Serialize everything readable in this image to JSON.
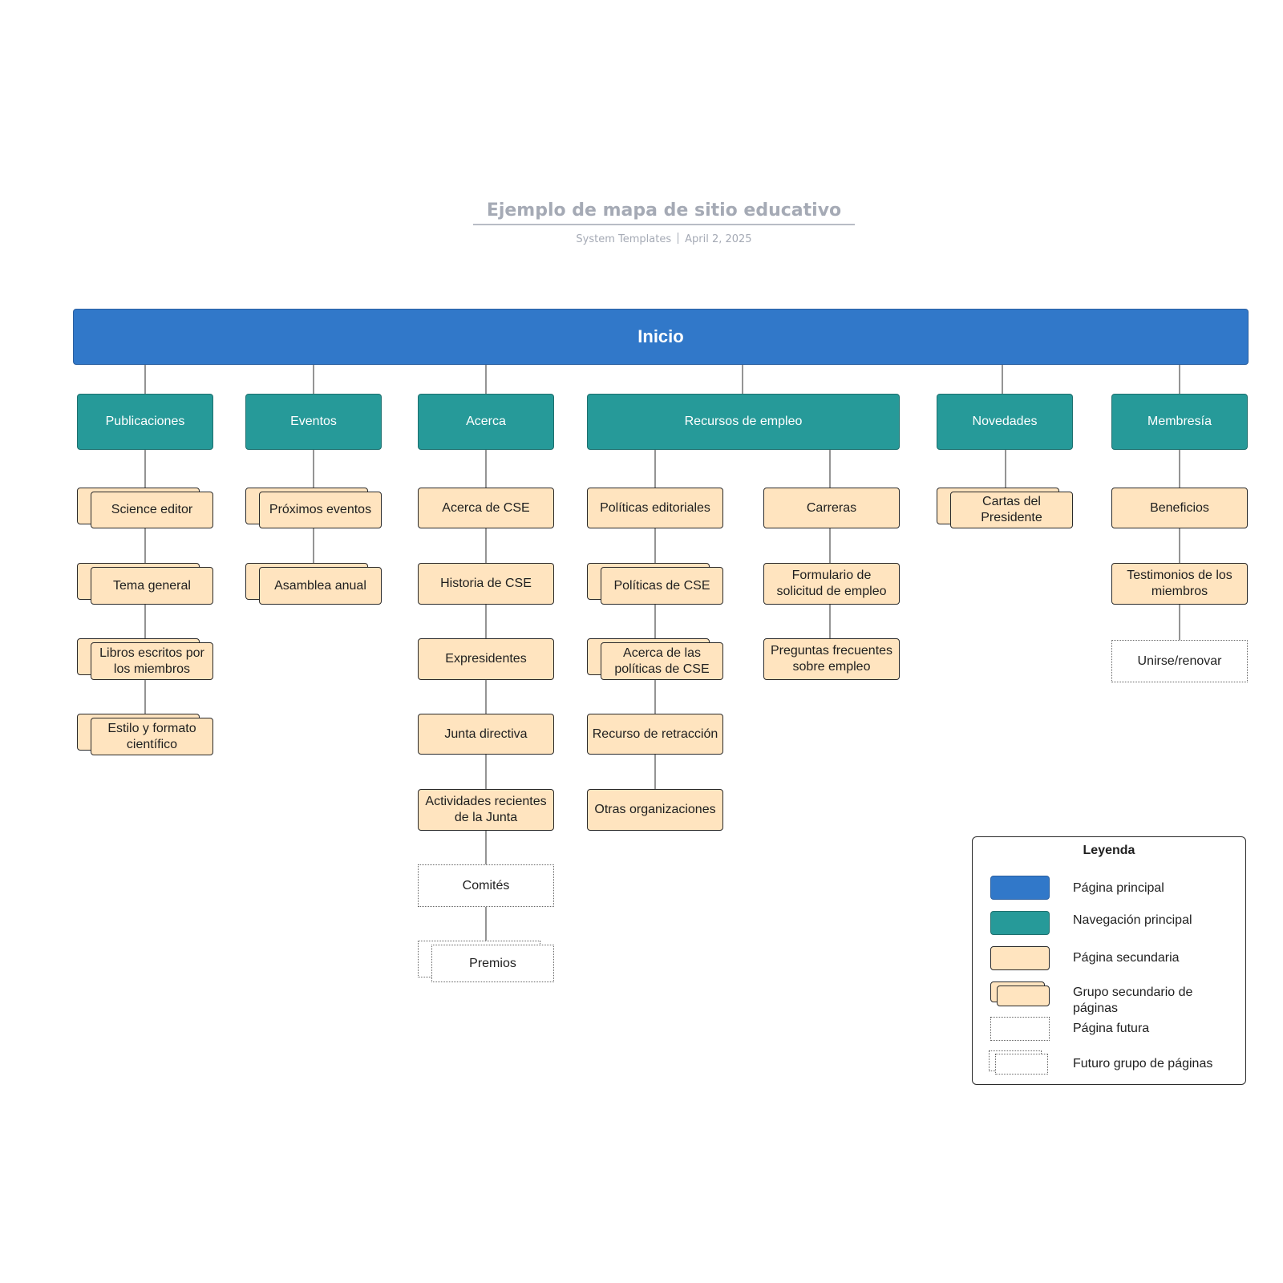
{
  "header": {
    "title": "Ejemplo de mapa de sitio educativo",
    "author": "System Templates",
    "date": "April 2, 2025"
  },
  "root": "Inicio",
  "nav": {
    "publicaciones": "Publicaciones",
    "eventos": "Eventos",
    "acerca": "Acerca",
    "recursos": "Recursos de empleo",
    "novedades": "Novedades",
    "membresia": "Membresía"
  },
  "pages": {
    "science_editor": "Science editor",
    "tema_general": "Tema general",
    "libros": "Libros escritos por los miembros",
    "estilo": "Estilo y formato científico",
    "proximos": "Próximos eventos",
    "asamblea": "Asamblea anual",
    "acerca_cse": "Acerca de CSE",
    "historia": "Historia de CSE",
    "expresidentes": "Expresidentes",
    "junta": "Junta directiva",
    "actividades": "Actividades recientes de la Junta",
    "comites": "Comités",
    "premios": "Premios",
    "politicas_editoriales": "Políticas editoriales",
    "politicas_cse": "Políticas de CSE",
    "acerca_politicas": "Acerca de las políticas de CSE",
    "retraccion": "Recurso de retracción",
    "otras": "Otras organizaciones",
    "carreras": "Carreras",
    "formulario": "Formulario de solicitud de empleo",
    "preguntas": "Preguntas frecuentes sobre empleo",
    "cartas": "Cartas del Presidente",
    "beneficios": "Beneficios",
    "testimonios": "Testimonios de los miembros",
    "unirse": "Unirse/renovar"
  },
  "legend": {
    "title": "Leyenda",
    "items": [
      "Página principal",
      "Navegación principal",
      "Página secundaria",
      "Grupo secundario de páginas",
      "Página futura",
      "Futuro grupo de páginas"
    ]
  },
  "colors": {
    "main": "#3178c9",
    "nav": "#269a99",
    "secondary": "#ffe4bf"
  }
}
